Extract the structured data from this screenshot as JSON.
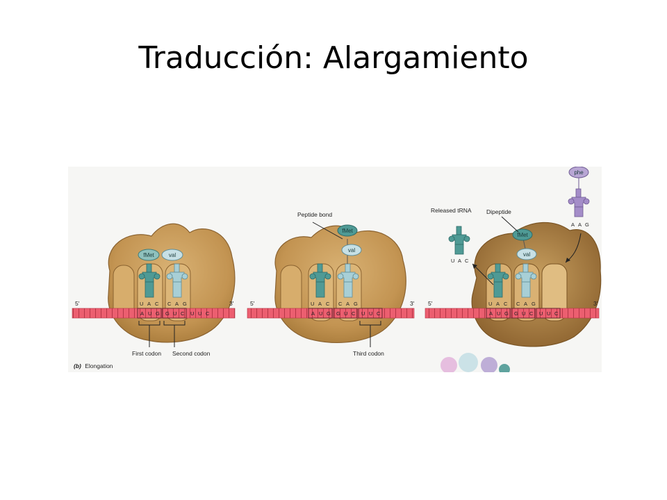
{
  "slide": {
    "title": "Traducción: Alargamiento"
  },
  "figure": {
    "caption_letter": "(b)",
    "caption": "Elongation",
    "ends": {
      "five_prime": "5'",
      "three_prime": "3'"
    },
    "panels": [
      {
        "site_beads": [
          "fMet",
          "val"
        ],
        "anticodons": [
          [
            "U",
            "A",
            "C"
          ],
          [
            "C",
            "A",
            "G"
          ]
        ],
        "mrna": [
          "A",
          "U",
          "G",
          "G",
          "U",
          "C",
          "U",
          "U",
          "C"
        ],
        "labels": {
          "first_codon": "First codon",
          "second_codon": "Second codon"
        }
      },
      {
        "top_beads": [
          "fMet",
          "val"
        ],
        "anticodons": [
          [
            "U",
            "A",
            "C"
          ],
          [
            "C",
            "A",
            "G"
          ]
        ],
        "mrna": [
          "A",
          "U",
          "G",
          "G",
          "U",
          "C",
          "U",
          "U",
          "C"
        ],
        "labels": {
          "peptide_bond": "Peptide bond",
          "third_codon": "Third codon"
        }
      },
      {
        "top_beads": [
          "fMet",
          "val"
        ],
        "incoming_bead": "phe",
        "incoming_anticodon": [
          "A",
          "A",
          "G"
        ],
        "released_anticodon": [
          "U",
          "A",
          "C"
        ],
        "anticodons": [
          [
            "U",
            "A",
            "C"
          ],
          [
            "C",
            "A",
            "G"
          ]
        ],
        "mrna": [
          "A",
          "U",
          "G",
          "G",
          "U",
          "C",
          "U",
          "U",
          "C"
        ],
        "labels": {
          "released_trna": "Released tRNA",
          "dipeptide": "Dipeptide"
        }
      }
    ]
  }
}
